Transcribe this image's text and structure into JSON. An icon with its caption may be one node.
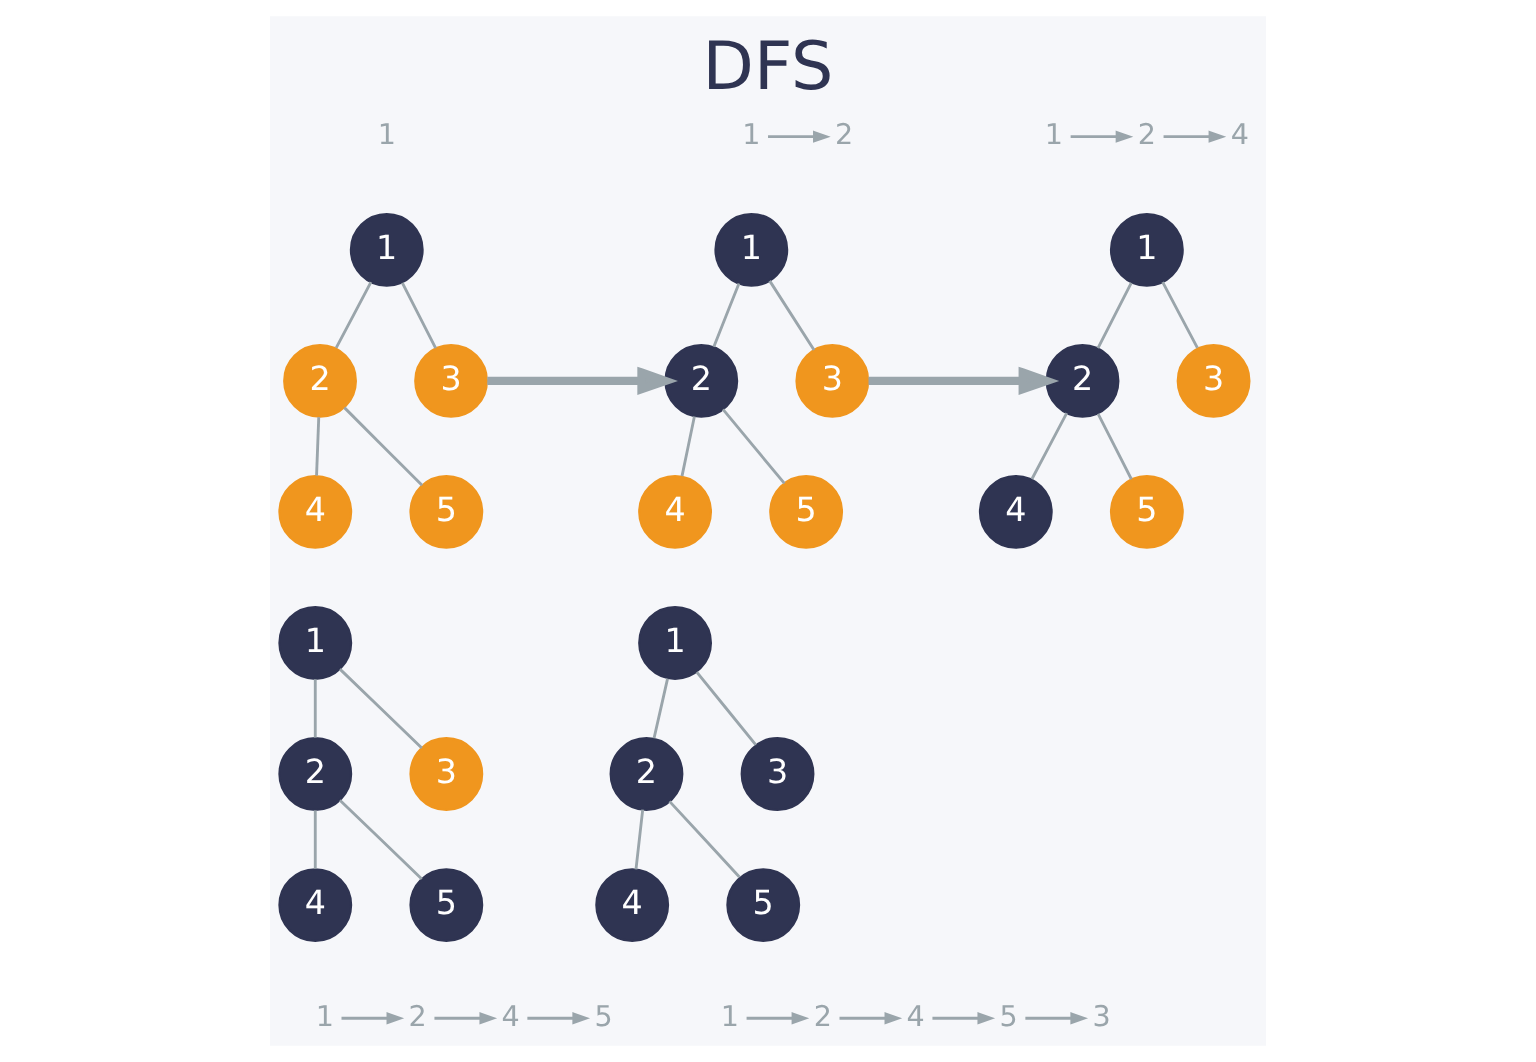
{
  "diagram": {
    "title": "DFS",
    "nodes": [
      {
        "text": [
          "1"
        ]
      },
      {
        "text": [
          "1"
        ]
      },
      {
        "text": [
          "2"
        ]
      },
      {
        "text": [
          "3"
        ]
      },
      {
        "text": [
          "4"
        ]
      },
      {
        "text": [
          "5"
        ]
      },
      {
        "text": [
          "1"
        ]
      },
      {
        "text": [
          "2"
        ]
      },
      {
        "text": [
          "1"
        ]
      },
      {
        "text": [
          "2"
        ]
      },
      {
        "text": [
          "3"
        ]
      },
      {
        "text": [
          "4"
        ]
      },
      {
        "text": [
          "5"
        ]
      },
      {
        "text": [
          "1"
        ]
      },
      {
        "text": [
          "2"
        ]
      },
      {
        "text": [
          "4"
        ]
      },
      {
        "text": [
          "1"
        ]
      },
      {
        "text": [
          "2"
        ]
      },
      {
        "text": [
          "3"
        ]
      },
      {
        "text": [
          "4"
        ]
      },
      {
        "text": [
          "5"
        ]
      },
      {
        "text": [
          "1"
        ]
      },
      {
        "text": [
          "2"
        ]
      },
      {
        "text": [
          "3"
        ]
      },
      {
        "text": [
          "4"
        ]
      },
      {
        "text": [
          "5"
        ]
      },
      {
        "text": [
          "1"
        ]
      },
      {
        "text": [
          "2"
        ]
      },
      {
        "text": [
          "4"
        ]
      },
      {
        "text": [
          "5"
        ]
      },
      {
        "text": [
          "1"
        ]
      },
      {
        "text": [
          "2"
        ]
      },
      {
        "text": [
          "3"
        ]
      },
      {
        "text": [
          "4"
        ]
      },
      {
        "text": [
          "5"
        ]
      },
      {
        "text": [
          "1"
        ]
      },
      {
        "text": [
          "2"
        ]
      },
      {
        "text": [
          "4"
        ]
      },
      {
        "text": [
          "5"
        ]
      },
      {
        "text": [
          "3"
        ]
      }
    ],
    "edges": [
      {
        "from": 1,
        "to": 2,
        "arrow": "none"
      },
      {
        "from": 1,
        "to": 3,
        "arrow": "none"
      },
      {
        "from": 2,
        "to": 4,
        "arrow": "none"
      },
      {
        "from": 2,
        "to": 5,
        "arrow": "none"
      },
      {
        "from": 3,
        "to": 9,
        "arrow": "to",
        "style": "thick"
      },
      {
        "from": 6,
        "to": 7,
        "arrow": "to"
      },
      {
        "from": 8,
        "to": 9,
        "arrow": "none"
      },
      {
        "from": 8,
        "to": 10,
        "arrow": "none"
      },
      {
        "from": 9,
        "to": 11,
        "arrow": "none"
      },
      {
        "from": 9,
        "to": 12,
        "arrow": "none"
      },
      {
        "from": 10,
        "to": 17,
        "arrow": "to",
        "style": "thick"
      },
      {
        "from": 13,
        "to": 14,
        "arrow": "to"
      },
      {
        "from": 14,
        "to": 15,
        "arrow": "to"
      },
      {
        "from": 16,
        "to": 17,
        "arrow": "none"
      },
      {
        "from": 16,
        "to": 18,
        "arrow": "none"
      },
      {
        "from": 17,
        "to": 19,
        "arrow": "none"
      },
      {
        "from": 17,
        "to": 20,
        "arrow": "none"
      },
      {
        "from": 21,
        "to": 22,
        "arrow": "none"
      },
      {
        "from": 21,
        "to": 23,
        "arrow": "none"
      },
      {
        "from": 22,
        "to": 24,
        "arrow": "none"
      },
      {
        "from": 22,
        "to": 25,
        "arrow": "none"
      },
      {
        "from": 26,
        "to": 27,
        "arrow": "to"
      },
      {
        "from": 27,
        "to": 28,
        "arrow": "to"
      },
      {
        "from": 28,
        "to": 29,
        "arrow": "to"
      },
      {
        "from": 30,
        "to": 31,
        "arrow": "none"
      },
      {
        "from": 30,
        "to": 32,
        "arrow": "none"
      },
      {
        "from": 31,
        "to": 33,
        "arrow": "none"
      },
      {
        "from": 31,
        "to": 34,
        "arrow": "none"
      },
      {
        "from": 35,
        "to": 36,
        "arrow": "to"
      },
      {
        "from": 36,
        "to": 37,
        "arrow": "to"
      },
      {
        "from": 37,
        "to": 38,
        "arrow": "to"
      },
      {
        "from": 38,
        "to": 39,
        "arrow": "to"
      }
    ]
  }
}
